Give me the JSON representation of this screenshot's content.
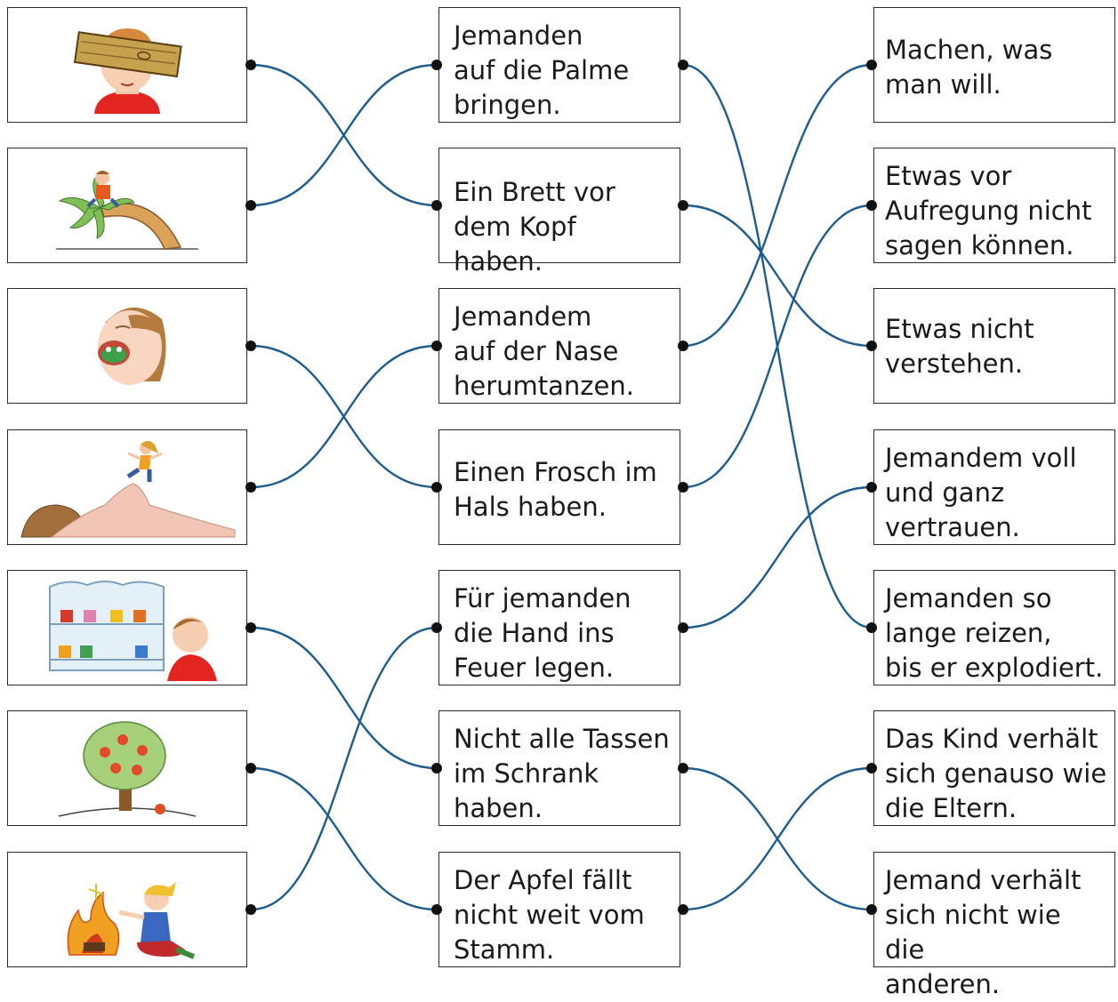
{
  "colors": {
    "line": "#1d5c8f",
    "dot": "#111111",
    "border": "#2b2b2b"
  },
  "pictures": [
    {
      "icon": "board-over-head-icon"
    },
    {
      "icon": "boy-on-palm-tree-icon"
    },
    {
      "icon": "frog-in-mouth-icon"
    },
    {
      "icon": "dancing-on-nose-icon"
    },
    {
      "icon": "cups-in-cupboard-icon"
    },
    {
      "icon": "apple-tree-icon"
    },
    {
      "icon": "hand-in-fire-icon"
    }
  ],
  "idioms": [
    {
      "text": "Jemanden\nauf die Palme\nbringen."
    },
    {
      "text": "Ein Brett vor\ndem Kopf haben."
    },
    {
      "text": "Jemandem\nauf der Nase\nherumtanzen."
    },
    {
      "text": "Einen Frosch im\nHals haben."
    },
    {
      "text": "Für jemanden\ndie Hand ins\nFeuer legen."
    },
    {
      "text": "Nicht alle Tassen\nim Schrank\nhaben."
    },
    {
      "text": "Der Apfel fällt\nnicht weit vom\nStamm."
    }
  ],
  "meanings": [
    {
      "text": "Machen, was\nman will."
    },
    {
      "text": "Etwas vor\nAufregung nicht\nsagen können."
    },
    {
      "text": "Etwas nicht\nverstehen."
    },
    {
      "text": "Jemandem voll\nund ganz\nvertrauen."
    },
    {
      "text": "Jemanden so\nlange reizen,\nbis er explodiert."
    },
    {
      "text": "Das Kind verhält\nsich genauso wie\ndie Eltern."
    },
    {
      "text": "Jemand verhält\nsich nicht wie die\nanderen."
    }
  ],
  "connections": {
    "picture_to_idiom": [
      [
        0,
        1
      ],
      [
        1,
        0
      ],
      [
        2,
        3
      ],
      [
        3,
        2
      ],
      [
        4,
        5
      ],
      [
        5,
        6
      ],
      [
        6,
        4
      ]
    ],
    "idiom_to_meaning": [
      [
        0,
        4
      ],
      [
        1,
        2
      ],
      [
        2,
        0
      ],
      [
        3,
        1
      ],
      [
        4,
        3
      ],
      [
        5,
        6
      ],
      [
        6,
        5
      ]
    ]
  }
}
